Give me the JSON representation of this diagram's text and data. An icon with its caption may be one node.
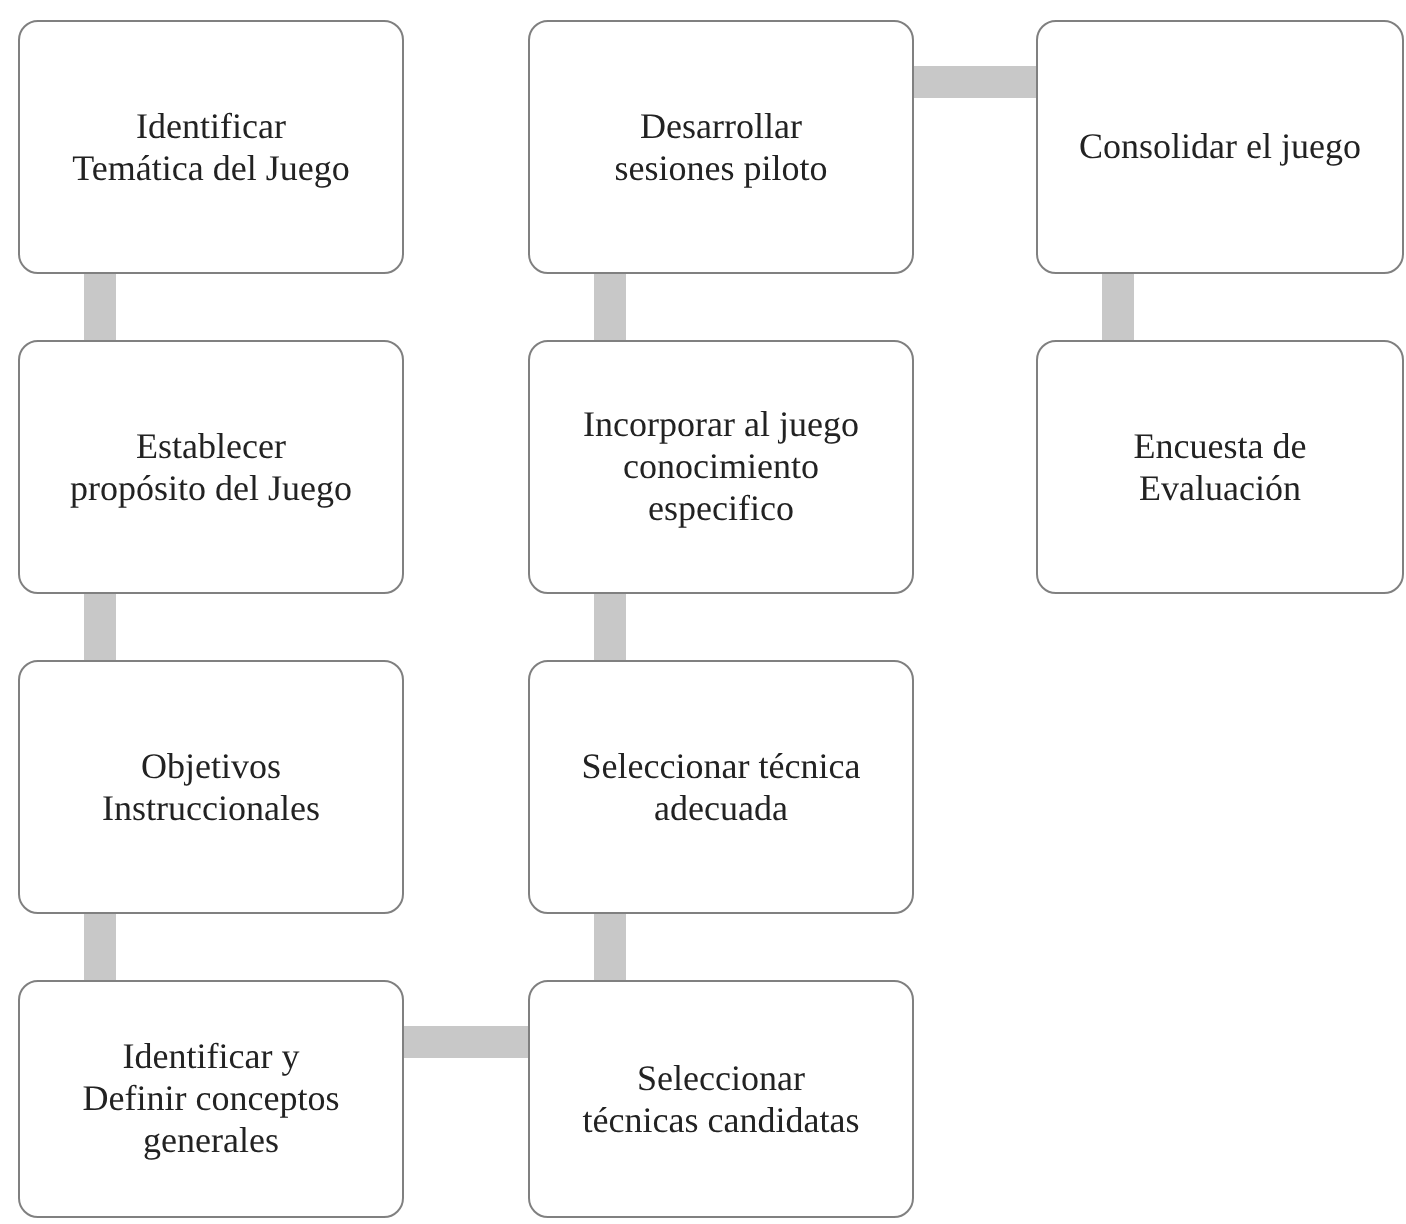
{
  "diagram": {
    "nodes": [
      {
        "text": [
          "Identificar Temática del Juego"
        ]
      },
      {
        "text": [
          "Establecer propósito del Juego"
        ]
      },
      {
        "text": [
          "Objetivos Instruccionales"
        ]
      },
      {
        "text": [
          "Identificar y Definir conceptos generales"
        ]
      },
      {
        "text": [
          "Seleccionar técnicas candidatas"
        ]
      },
      {
        "text": [
          "Seleccionar técnica adecuada"
        ]
      },
      {
        "text": [
          "Incorporar al juego conocimiento especifico"
        ]
      },
      {
        "text": [
          "Desarrollar sesiones piloto"
        ]
      },
      {
        "text": [
          "Consolidar el juego"
        ]
      },
      {
        "text": [
          "Encuesta de Evaluación"
        ]
      }
    ],
    "edges": [
      {
        "from": 0,
        "to": 1,
        "arrow": "none"
      },
      {
        "from": 1,
        "to": 2,
        "arrow": "none"
      },
      {
        "from": 2,
        "to": 3,
        "arrow": "none"
      },
      {
        "from": 3,
        "to": 4,
        "arrow": "none"
      },
      {
        "from": 4,
        "to": 5,
        "arrow": "none"
      },
      {
        "from": 5,
        "to": 6,
        "arrow": "none"
      },
      {
        "from": 6,
        "to": 7,
        "arrow": "none"
      },
      {
        "from": 7,
        "to": 8,
        "arrow": "none"
      },
      {
        "from": 8,
        "to": 9,
        "arrow": "none"
      }
    ]
  }
}
